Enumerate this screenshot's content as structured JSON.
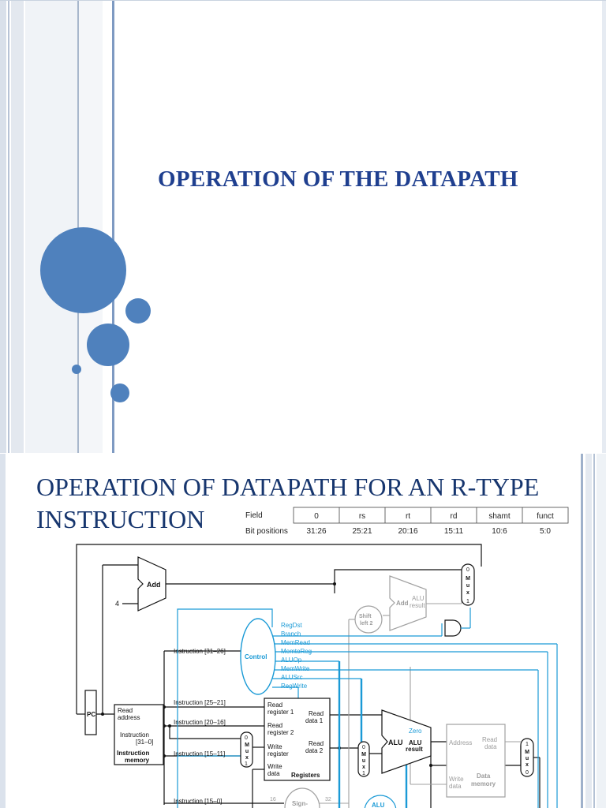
{
  "slide1": {
    "title": "OPERATION OF THE DATAPATH"
  },
  "slide2": {
    "title_line1": "OPERATION OF DATAPATH FOR AN R-TYPE",
    "title_line2": "INSTRUCTION",
    "field_table": {
      "row1_label": "Field",
      "row2_label": "Bit positions",
      "fields": [
        "0",
        "rs",
        "rt",
        "rd",
        "shamt",
        "funct"
      ],
      "bit_positions": [
        "31:26",
        "25:21",
        "20:16",
        "15:11",
        "10:6",
        "5:0"
      ]
    },
    "datapath": {
      "add_top": "Add",
      "const_four": "4",
      "pc": "PC",
      "imem_read_address_1": "Read",
      "imem_read_address_2": "address",
      "imem_instruction_1": "Instruction",
      "imem_instruction_2": "[31–0]",
      "imem_name_1": "Instruction",
      "imem_name_2": "memory",
      "instr_31_26": "Instruction [31–26]",
      "instr_25_21": "Instruction [25–21]",
      "instr_20_16": "Instruction [20–16]",
      "instr_15_11": "Instruction [15–11]",
      "instr_15_0": "Instruction [15–0]",
      "control": "Control",
      "signals": [
        "RegDst",
        "Branch",
        "MemRead",
        "MemtoReg",
        "ALUOp",
        "MemWrite",
        "ALUSrc",
        "RegWrite"
      ],
      "reg_read1_1": "Read",
      "reg_read1_2": "register 1",
      "reg_read2_1": "Read",
      "reg_read2_2": "register 2",
      "reg_write_1": "Write",
      "reg_write_2": "register",
      "reg_wdata_1": "Write",
      "reg_wdata_2": "data",
      "reg_out1_1": "Read",
      "reg_out1_2": "data 1",
      "reg_out2_1": "Read",
      "reg_out2_2": "data 2",
      "registers": "Registers",
      "shift_1": "Shift",
      "shift_2": "left 2",
      "add_branch": "Add",
      "alu_result_1": "ALU",
      "alu_result_2": "result",
      "alu": "ALU",
      "alu_out_1": "ALU",
      "alu_out_2": "result",
      "zero": "Zero",
      "dmem_address": "Address",
      "dmem_read_1": "Read",
      "dmem_read_2": "data",
      "dmem_write_1": "Write",
      "dmem_write_2": "data",
      "dmem_name_1": "Data",
      "dmem_name_2": "memory",
      "sixteen": "16",
      "thirtytwo": "32",
      "sign": "Sign-",
      "alu_control": "ALU",
      "mux_zero": "0",
      "mux_one": "1",
      "mux_letters": [
        "M",
        "u",
        "x"
      ]
    }
  },
  "colors": {
    "accent": "#4f81bd",
    "title_dark": "#1f3f8f",
    "control_blue": "#1a9ad6",
    "gray_inactive": "#9c9c9c"
  }
}
